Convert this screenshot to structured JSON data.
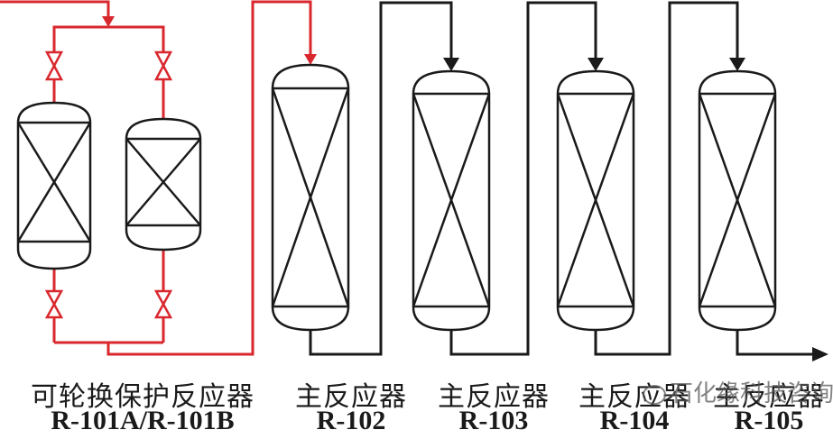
{
  "colors": {
    "red": "#d9272e",
    "black": "#1a1a1a"
  },
  "labels": {
    "guard": {
      "cn": "可轮换保护反应器",
      "en": "R-101A/R-101B"
    },
    "r102": {
      "cn": "主反应器",
      "en": "R-102"
    },
    "r103": {
      "cn": "主反应器",
      "en": "R-103"
    },
    "r104": {
      "cn": "主反应器",
      "en": "R-104"
    },
    "r105": {
      "cn": "主反应器",
      "en": "R-105"
    }
  },
  "watermark": "石化缘科技咨询"
}
